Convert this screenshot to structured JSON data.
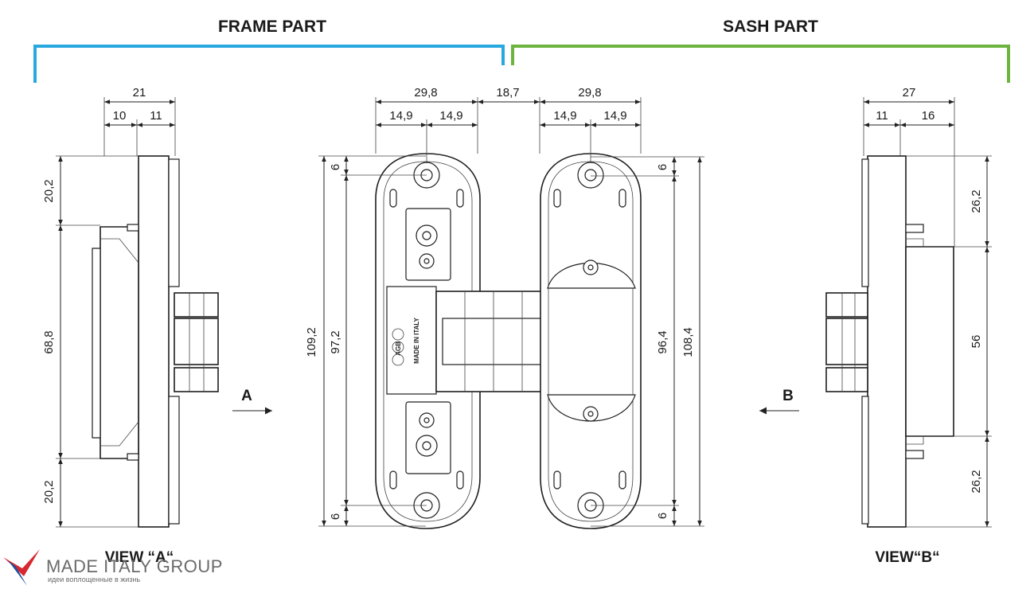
{
  "colors": {
    "frame_bracket": "#29a8e0",
    "sash_bracket": "#6cb33f",
    "lines": "#222222",
    "logo_text": "#6a6a6a",
    "logo_red": "#d7282f",
    "logo_blue": "#1c4fa0"
  },
  "headers": {
    "frame": "FRAME PART",
    "sash": "SASH PART"
  },
  "views": {
    "a_label": "VIEW “A“",
    "b_label": "VIEW“B“",
    "arrow_a": "A",
    "arrow_b": "B"
  },
  "view_a_dims": {
    "total_width": "21",
    "left_width": "10",
    "right_width": "11",
    "top_height": "20,2",
    "middle_height": "68,8",
    "bottom_height": "20,2"
  },
  "frame_dims": {
    "width": "29,8",
    "half_left": "14,9",
    "half_right": "14,9",
    "gap": "18,7",
    "top_offset": "6",
    "bottom_offset": "6",
    "total_height": "109,2",
    "hole_distance": "97,2"
  },
  "sash_dims": {
    "width": "29,8",
    "half_left": "14,9",
    "half_right": "14,9",
    "top_offset": "6",
    "bottom_offset": "6",
    "hole_distance": "96,4",
    "total_height": "108,4"
  },
  "view_b_dims": {
    "total_width": "27",
    "left_width": "11",
    "right_width": "16",
    "top_height": "26,2",
    "middle_height": "56",
    "bottom_height": "26,2"
  },
  "engraving": {
    "brand": "AGB",
    "made_in": "MADE IN ITALY"
  },
  "logo": {
    "name": "MADE ITALY GROUP",
    "tagline": "идеи воплощенные в жизнь",
    "icon": "bird-logo-icon"
  }
}
